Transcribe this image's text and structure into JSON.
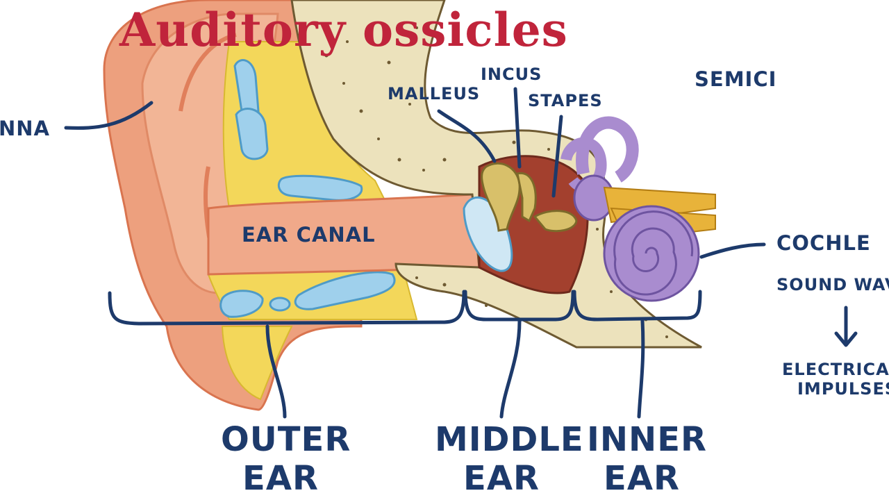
{
  "title": "Auditory ossicles",
  "labels": {
    "pinna": "NNA",
    "malleus": "MALLEUS",
    "incus": "INCUS",
    "stapes": "STAPES",
    "semicircular": "SEMICI",
    "ear_canal": "EAR CANAL",
    "cochlea": "COCHLE",
    "sound_waves": "SOUND WAV",
    "electrical_line1": "ELECTRICA",
    "electrical_line2": "IMPULSES",
    "outer_ear": [
      "OUTER",
      "EAR"
    ],
    "middle_ear": [
      "MIDDLE",
      "EAR"
    ],
    "inner_ear": [
      "INNER",
      "EAR"
    ]
  },
  "colors": {
    "title": "#c0243b",
    "label_ink": "#1d3a6b",
    "skin": "#eda07e",
    "cartilage_fat": "#f3d75a",
    "fluid": "#9fd0ec",
    "bone": "#ece2bc",
    "cavity": "#a3402e",
    "ossicles": "#d8c06a",
    "inner_ear": "#a98ccf",
    "nerve": "#e8b33a"
  },
  "arrow_icon": "down-arrow-icon"
}
